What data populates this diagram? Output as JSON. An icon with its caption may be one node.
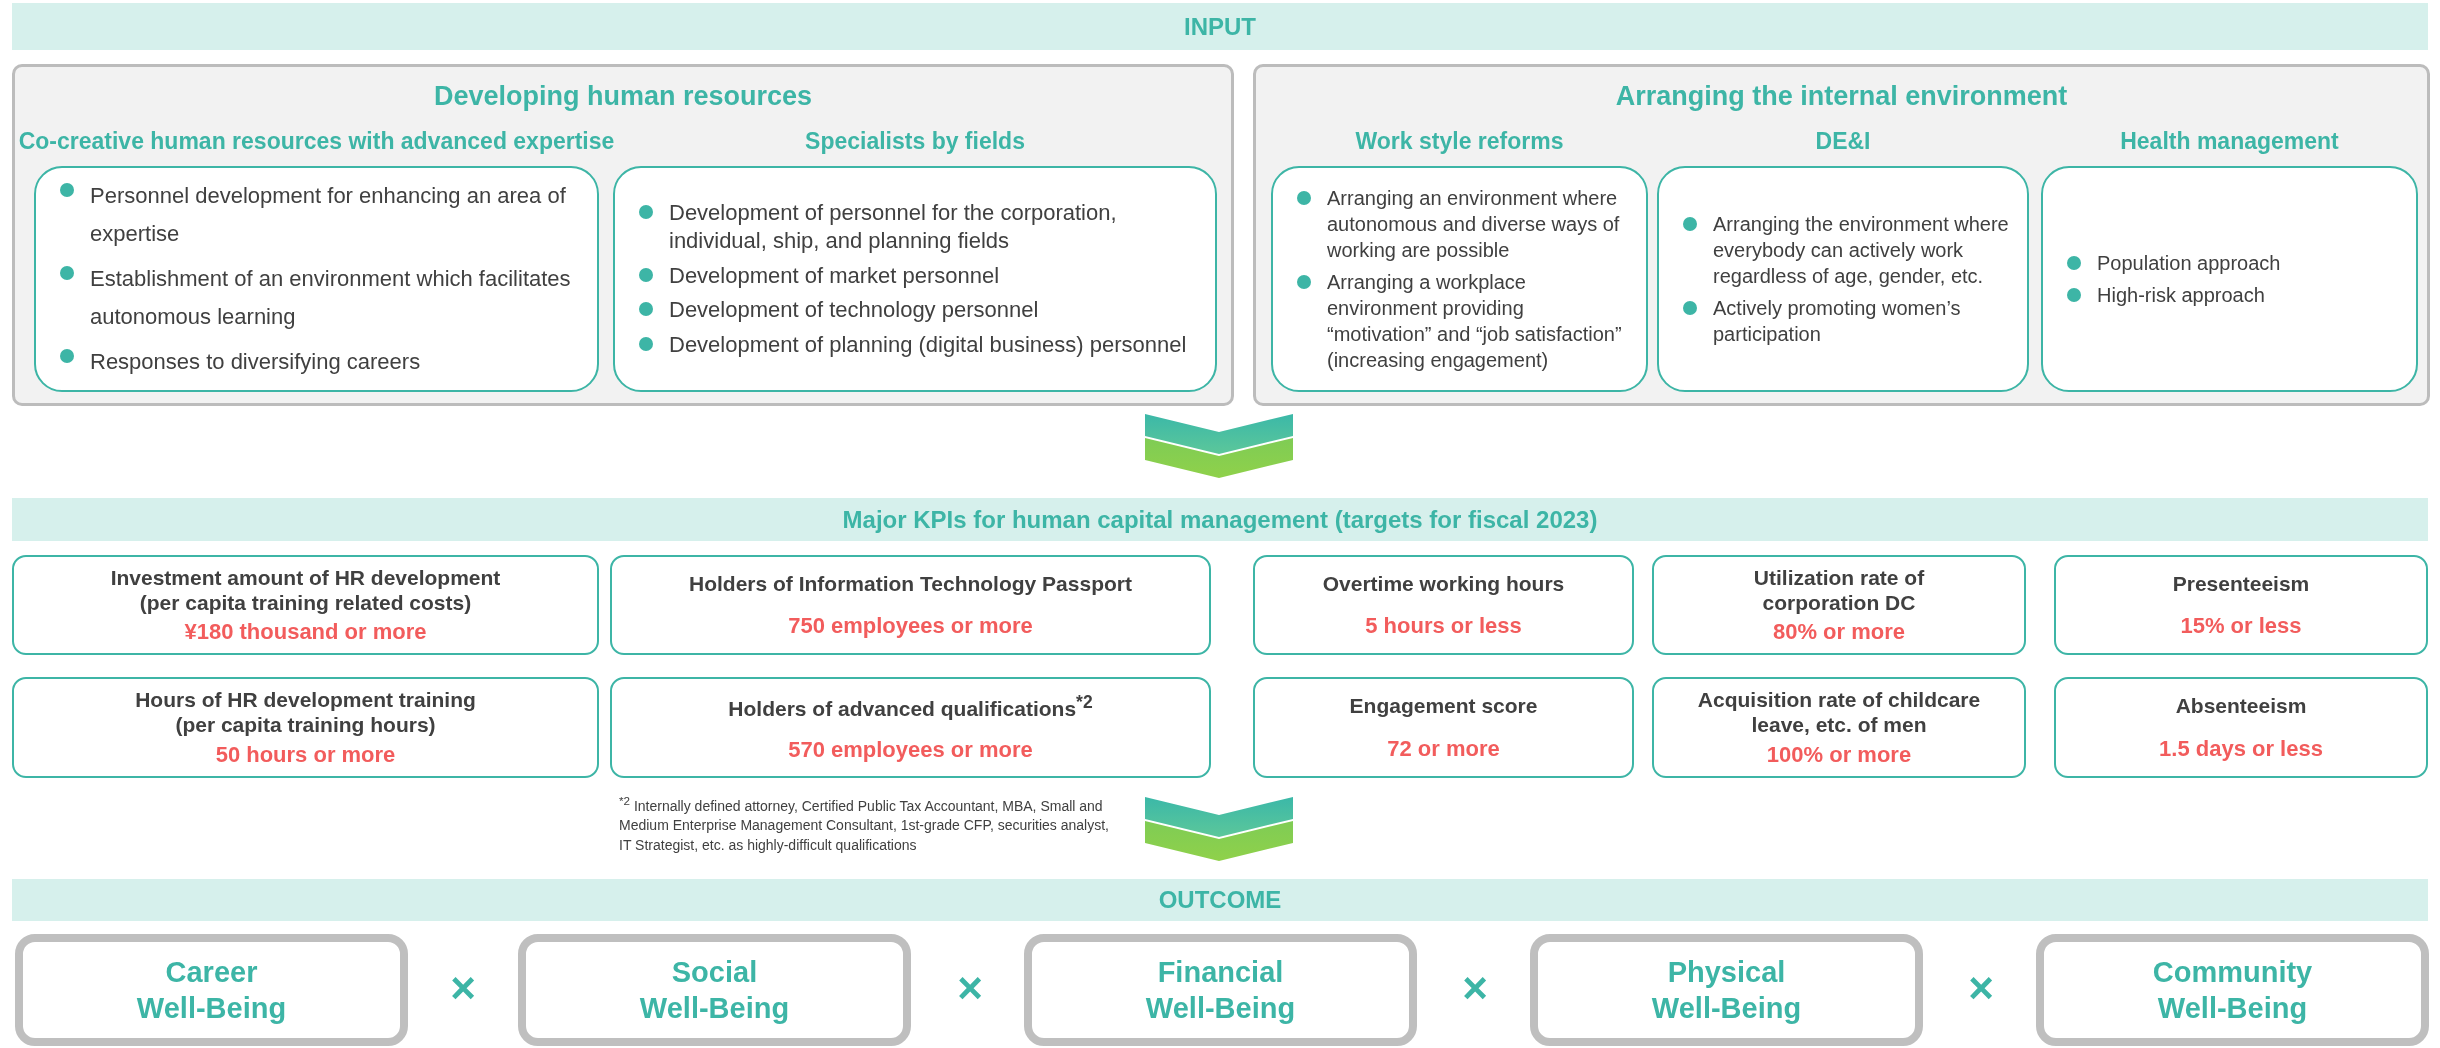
{
  "diagram": {
    "nodes": [
      {
        "text": [
          "INPUT"
        ]
      },
      {
        "text": [
          "Developing human resources"
        ]
      },
      {
        "text": [
          "Co-creative human resources with advanced expertise",
          "Personnel development for enhancing an area of expertise",
          "Establishment of an environment which facilitates autonomous learning",
          "Responses to diversifying careers"
        ],
        "in": 1
      },
      {
        "text": [
          "Specialists by fields",
          "Development of personnel for the corporation, individual, ship, and planning fields",
          "Development of market personnel",
          "Development of technology personnel",
          "Development of planning (digital business) personnel"
        ],
        "in": 1
      },
      {
        "text": [
          "Arranging the internal environment"
        ]
      },
      {
        "text": [
          "Work style reforms",
          "Arranging an environment where autonomous and diverse ways of working are possible",
          "Arranging a workplace environment providing “motivation” and “job satisfaction” (increasing engagement)"
        ],
        "in": 4
      },
      {
        "text": [
          "DE&I",
          "Arranging the environment where everybody can actively work regardless of age, gender, etc.",
          "Actively promoting women’s participation"
        ],
        "in": 4
      },
      {
        "text": [
          "Health management",
          "Population approach",
          "High-risk approach"
        ],
        "in": 4
      },
      {
        "text": [
          "Major KPIs for human capital management (targets for fiscal 2023)"
        ]
      },
      {
        "text": [
          "Investment amount of HR development (per capita training related costs)",
          "¥180 thousand or more"
        ]
      },
      {
        "text": [
          "Holders of Information Technology Passport",
          "750 employees or more"
        ]
      },
      {
        "text": [
          "Overtime working hours",
          "5 hours or less"
        ]
      },
      {
        "text": [
          "Utilization rate of corporation DC",
          "80% or more"
        ]
      },
      {
        "text": [
          "Presenteeism",
          "15% or less"
        ]
      },
      {
        "text": [
          "Hours of HR development training (per capita training hours)",
          "50 hours or more"
        ]
      },
      {
        "text": [
          "Holders of advanced qualifications$^{*2}$",
          "570 employees or more"
        ]
      },
      {
        "text": [
          "Engagement score",
          "72 or more"
        ]
      },
      {
        "text": [
          "Acquisition rate of childcare leave, etc. of men",
          "100% or more"
        ]
      },
      {
        "text": [
          "Absenteeism",
          "1.5 days or less"
        ]
      },
      {
        "text": [
          "OUTCOME"
        ]
      },
      {
        "text": [
          "Career Well-Being"
        ]
      },
      {
        "text": [
          "Social Well-Being"
        ]
      },
      {
        "text": [
          "Financial Well-Being"
        ]
      },
      {
        "text": [
          "Physical Well-Being"
        ]
      },
      {
        "text": [
          "Community Well-Being"
        ]
      }
    ],
    "labels": [
      "$^{*2}$ Internally defined attorney, Certified Public Tax Accountant, MBA, Small and Medium Enterprise Management Consultant, 1st-grade CFP, securities analyst, IT Strategist, etc. as highly-difficult qualifications",
      "×",
      "×",
      "×",
      "×"
    ]
  }
}
